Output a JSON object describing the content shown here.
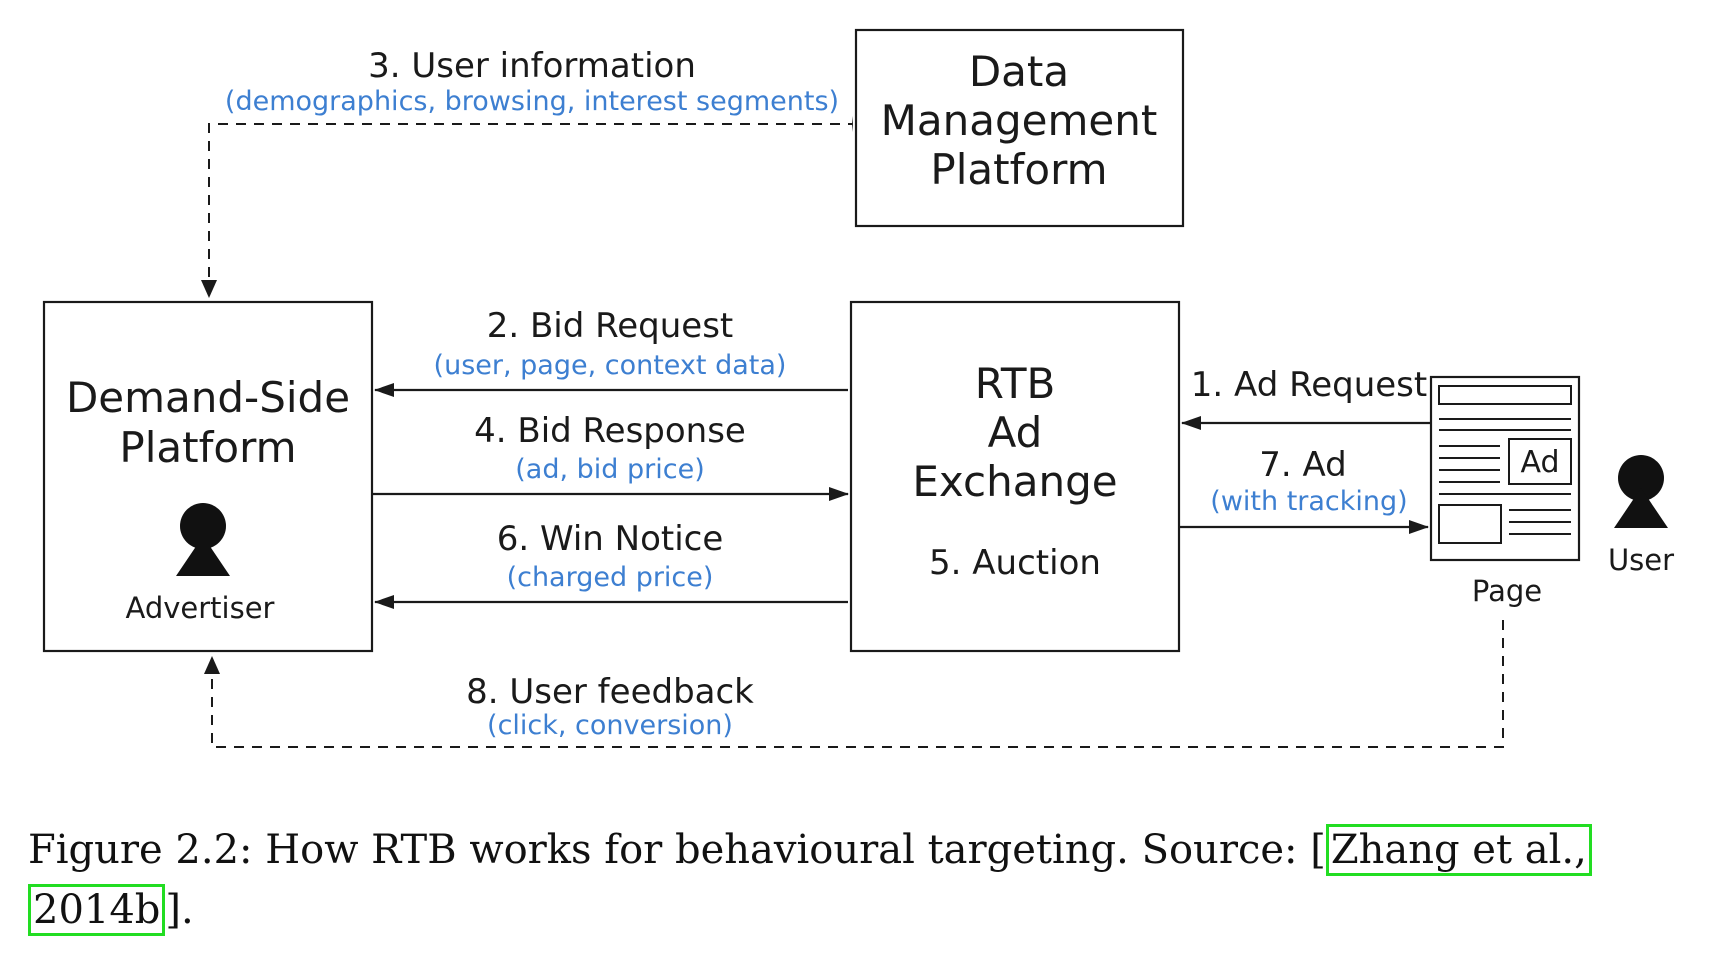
{
  "nodes": {
    "dmp": {
      "lines": [
        "Data",
        "Management",
        "Platform"
      ]
    },
    "dsp": {
      "lines": [
        "Demand-Side",
        "Platform"
      ],
      "actor_label": "Advertiser"
    },
    "exchange": {
      "lines": [
        "RTB",
        "Ad",
        "Exchange"
      ],
      "step": "5. Auction"
    },
    "page": {
      "label": "Page",
      "ad_label": "Ad"
    },
    "user": {
      "label": "User"
    }
  },
  "edges": {
    "user_info": {
      "title": "3. User information",
      "detail": "(demographics, browsing, interest segments)"
    },
    "bid_request": {
      "title": "2. Bid Request",
      "detail": "(user, page, context data)"
    },
    "bid_response": {
      "title": "4. Bid Response",
      "detail": "(ad, bid price)"
    },
    "win_notice": {
      "title": "6. Win Notice",
      "detail": "(charged price)"
    },
    "ad_request": {
      "title": "1. Ad Request"
    },
    "ad": {
      "title": "7. Ad",
      "detail": "(with tracking)"
    },
    "user_feedback": {
      "title": "8. User feedback",
      "detail": "(click, conversion)"
    }
  },
  "caption": {
    "text": "Figure 2.2: How RTB works for behavioural targeting. Source: [",
    "cite_author": "Zhang et al.,",
    "cite_year": "2014b",
    "end": "]."
  },
  "colors": {
    "ink": "#1a1a1a",
    "detail_blue": "#3d7fd1",
    "citation_box": "#22dd22"
  }
}
